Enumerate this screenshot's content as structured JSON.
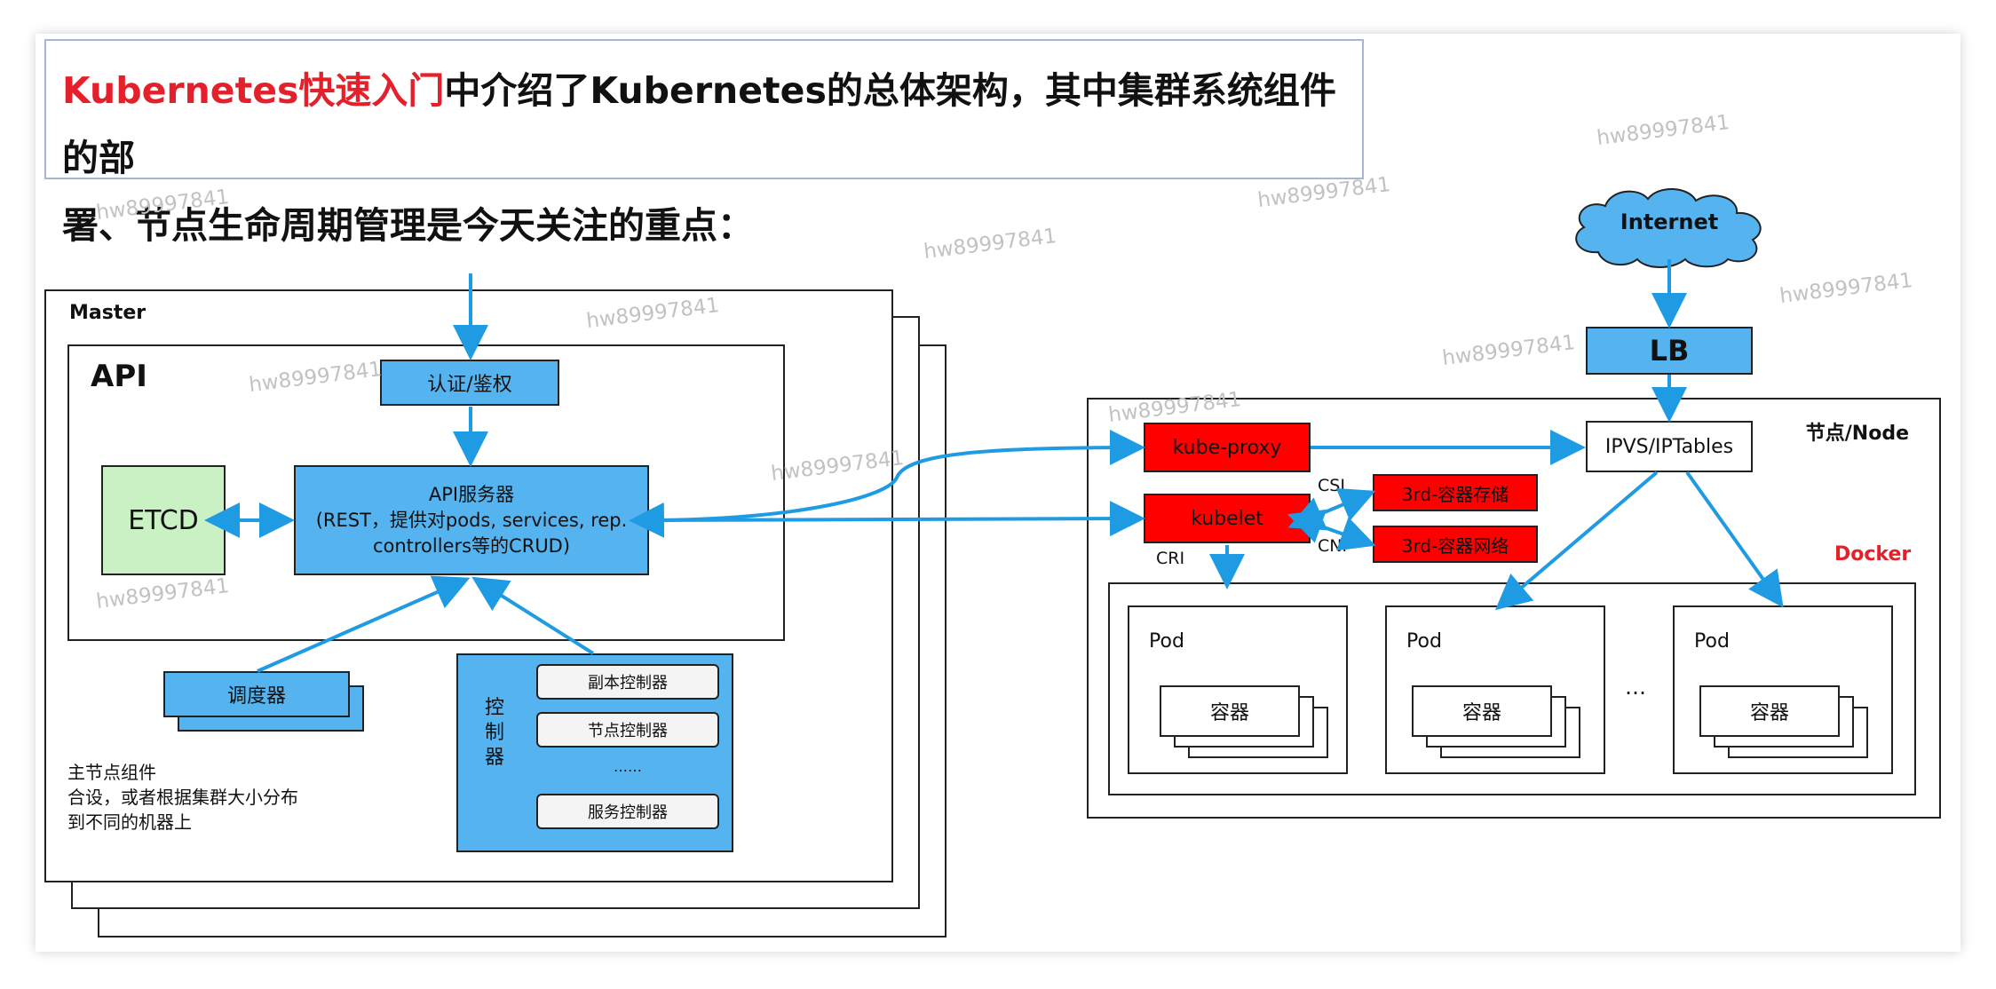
{
  "title": {
    "highlight": "Kubernetes快速入门",
    "line1_rest": "中介绍了Kubernetes的总体架构，其中集群系统组件的部",
    "line2": "署、节点生命周期管理是今天关注的重点："
  },
  "master": {
    "label": "Master",
    "api_label": "API",
    "auth": "认证/鉴权",
    "etcd": "ETCD",
    "api_server": {
      "line1": "API服务器",
      "line2": "(REST，提供对pods, services, rep.",
      "line3": "controllers等的CRUD)"
    },
    "scheduler": "调度器",
    "controller": {
      "label": "控制器",
      "items": [
        "副本控制器",
        "节点控制器",
        "……",
        "服务控制器"
      ]
    },
    "note": [
      "主节点组件",
      "合设，或者根据集群大小分布",
      "到不同的机器上"
    ]
  },
  "node": {
    "label": "节点/Node",
    "kube_proxy": "kube-proxy",
    "kubelet": "kubelet",
    "csi": "CSI",
    "cni": "CNI",
    "cri": "CRI",
    "storage": "3rd-容器存储",
    "network": "3rd-容器网络",
    "ipvs": "IPVS/IPTables",
    "docker": "Docker",
    "pods": [
      {
        "label": "Pod",
        "container": "容器"
      },
      {
        "label": "Pod",
        "container": "容器"
      },
      {
        "label": "Pod",
        "container": "容器"
      }
    ],
    "ellipsis": "…"
  },
  "internet": "Internet",
  "lb": "LB",
  "watermark": "hw89997841",
  "colors": {
    "blue": "#55b3ef",
    "arrow": "#1e9be2",
    "red": "#ff0000",
    "green": "#c9f1c3",
    "title_red": "#e4202a",
    "docker_red": "#e4202a"
  }
}
